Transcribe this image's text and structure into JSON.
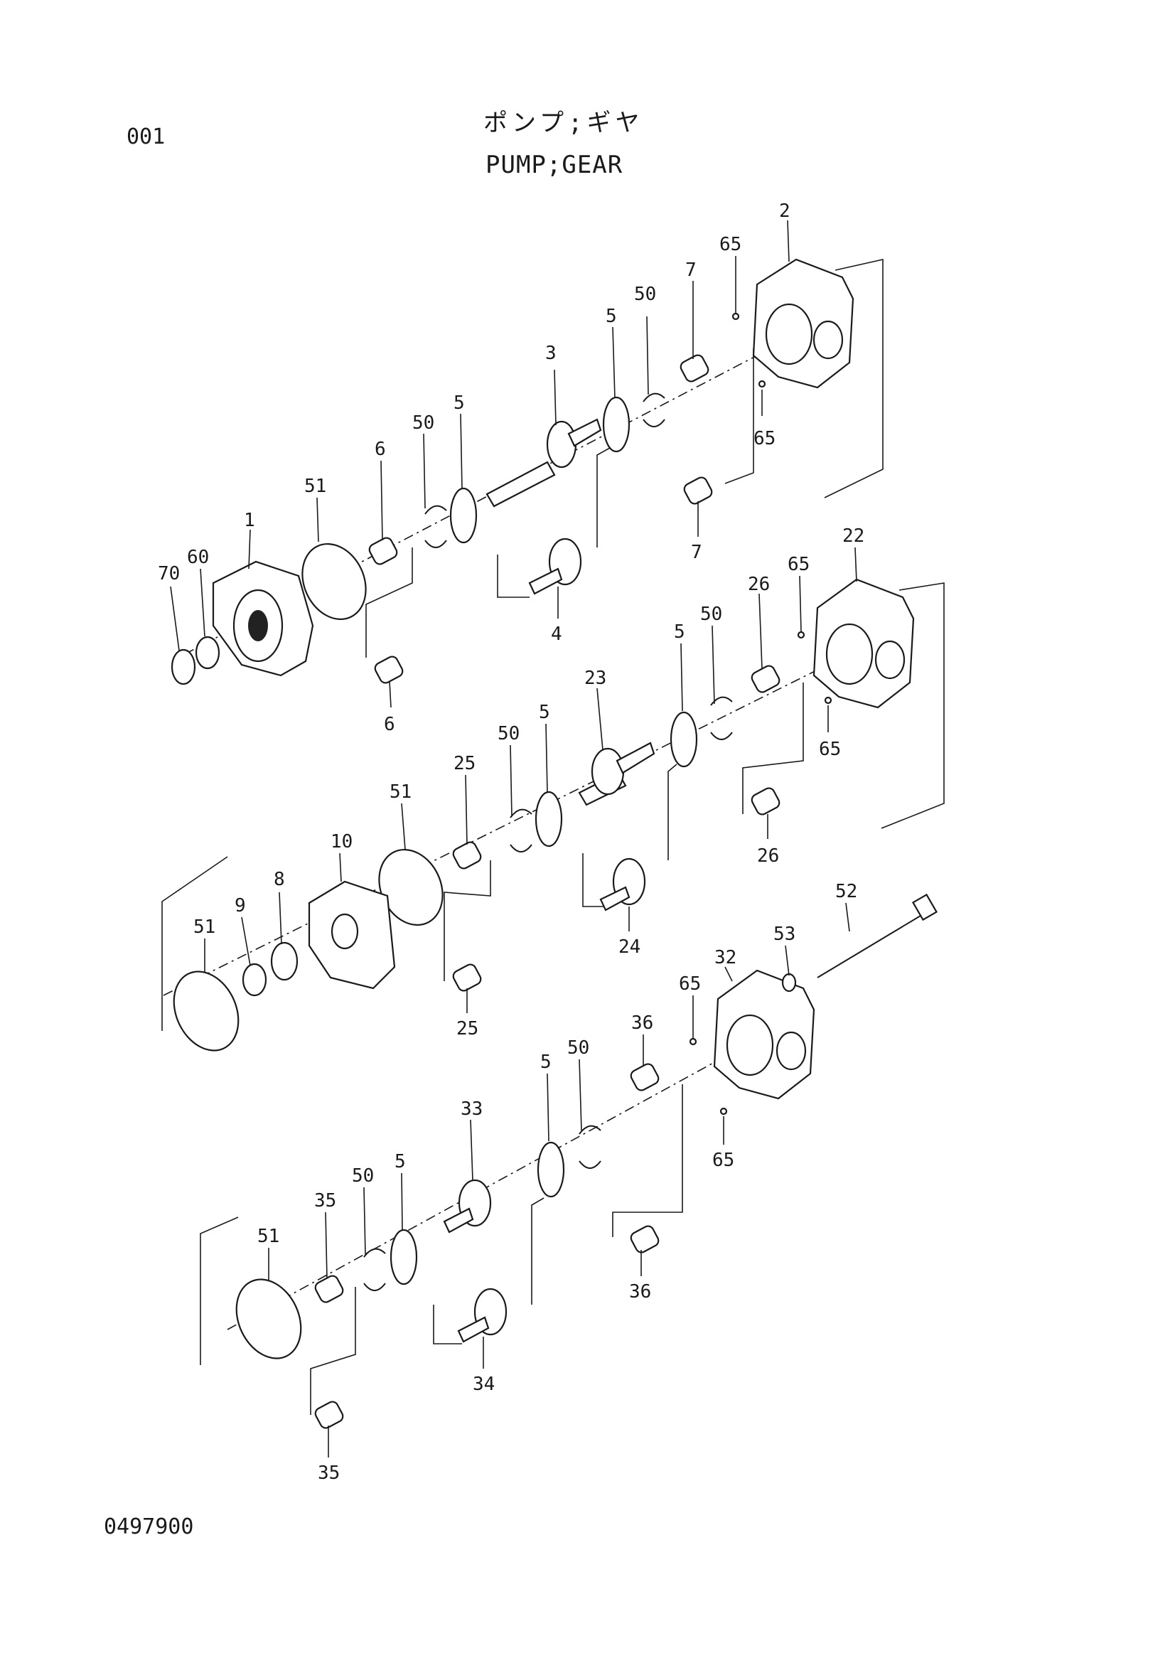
{
  "sheet_number": "001",
  "title_jp": "ポンプ;ギヤ",
  "title_en": "PUMP;GEAR",
  "drawing_number": "0497900",
  "callouts": [
    "2",
    "65",
    "7",
    "50",
    "5",
    "3",
    "65",
    "5",
    "50",
    "6",
    "51",
    "1",
    "60",
    "70",
    "6",
    "4",
    "7",
    "22",
    "65",
    "26",
    "50",
    "5",
    "23",
    "65",
    "25",
    "50",
    "5",
    "51",
    "10",
    "8",
    "9",
    "51",
    "26",
    "24",
    "25",
    "52",
    "53",
    "32",
    "65",
    "36",
    "50",
    "5",
    "33",
    "65",
    "5",
    "50",
    "35",
    "51",
    "36",
    "34",
    "35"
  ]
}
